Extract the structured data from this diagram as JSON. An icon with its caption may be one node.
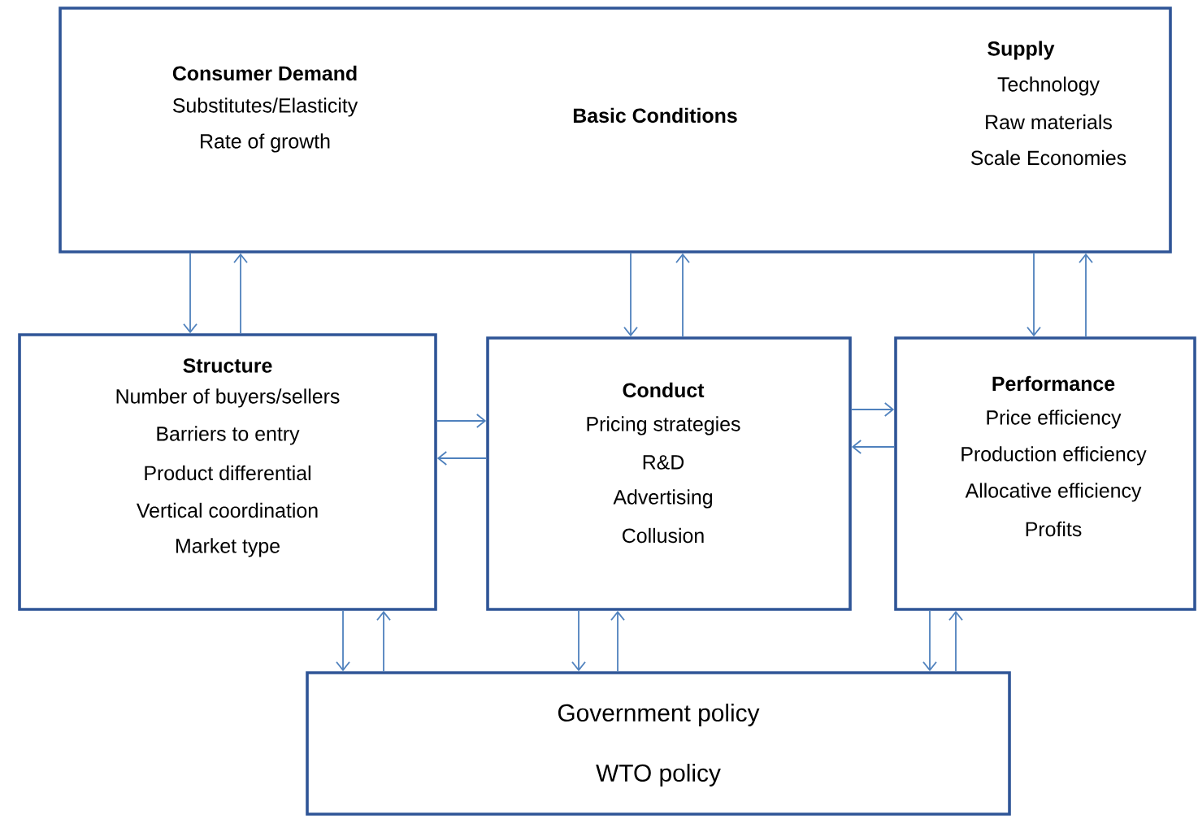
{
  "diagram": {
    "nodes": [
      {
        "text": [
          "Consumer Demand",
          "Substitutes/Elasticity",
          "Rate of growth",
          "Basic Conditions",
          "Supply",
          "Technology",
          "Raw materials",
          "Scale Economies"
        ]
      },
      {
        "text": [
          "Structure",
          "Number of buyers/sellers",
          "Barriers to entry",
          "Product differential",
          "Vertical coordination",
          "Market type"
        ]
      },
      {
        "text": [
          "Conduct",
          "Pricing strategies",
          "R&D",
          "Advertising",
          "Collusion"
        ]
      },
      {
        "text": [
          "Performance",
          "Price efficiency",
          "Production efficiency",
          "Allocative efficiency",
          "Profits"
        ]
      },
      {
        "text": [
          "Government policy",
          "WTO policy"
        ]
      }
    ],
    "edges": [
      {
        "from": 0,
        "to": 1,
        "arrow": "to"
      },
      {
        "from": 1,
        "to": 0,
        "arrow": "to"
      },
      {
        "from": 0,
        "to": 2,
        "arrow": "to"
      },
      {
        "from": 2,
        "to": 0,
        "arrow": "to"
      },
      {
        "from": 0,
        "to": 3,
        "arrow": "to"
      },
      {
        "from": 3,
        "to": 0,
        "arrow": "to"
      },
      {
        "from": 1,
        "to": 2,
        "arrow": "to"
      },
      {
        "from": 2,
        "to": 1,
        "arrow": "to"
      },
      {
        "from": 2,
        "to": 3,
        "arrow": "to"
      },
      {
        "from": 3,
        "to": 2,
        "arrow": "to"
      },
      {
        "from": 1,
        "to": 4,
        "arrow": "to"
      },
      {
        "from": 4,
        "to": 1,
        "arrow": "to"
      },
      {
        "from": 2,
        "to": 4,
        "arrow": "to"
      },
      {
        "from": 4,
        "to": 2,
        "arrow": "to"
      },
      {
        "from": 3,
        "to": 4,
        "arrow": "to"
      },
      {
        "from": 4,
        "to": 3,
        "arrow": "to"
      }
    ]
  }
}
